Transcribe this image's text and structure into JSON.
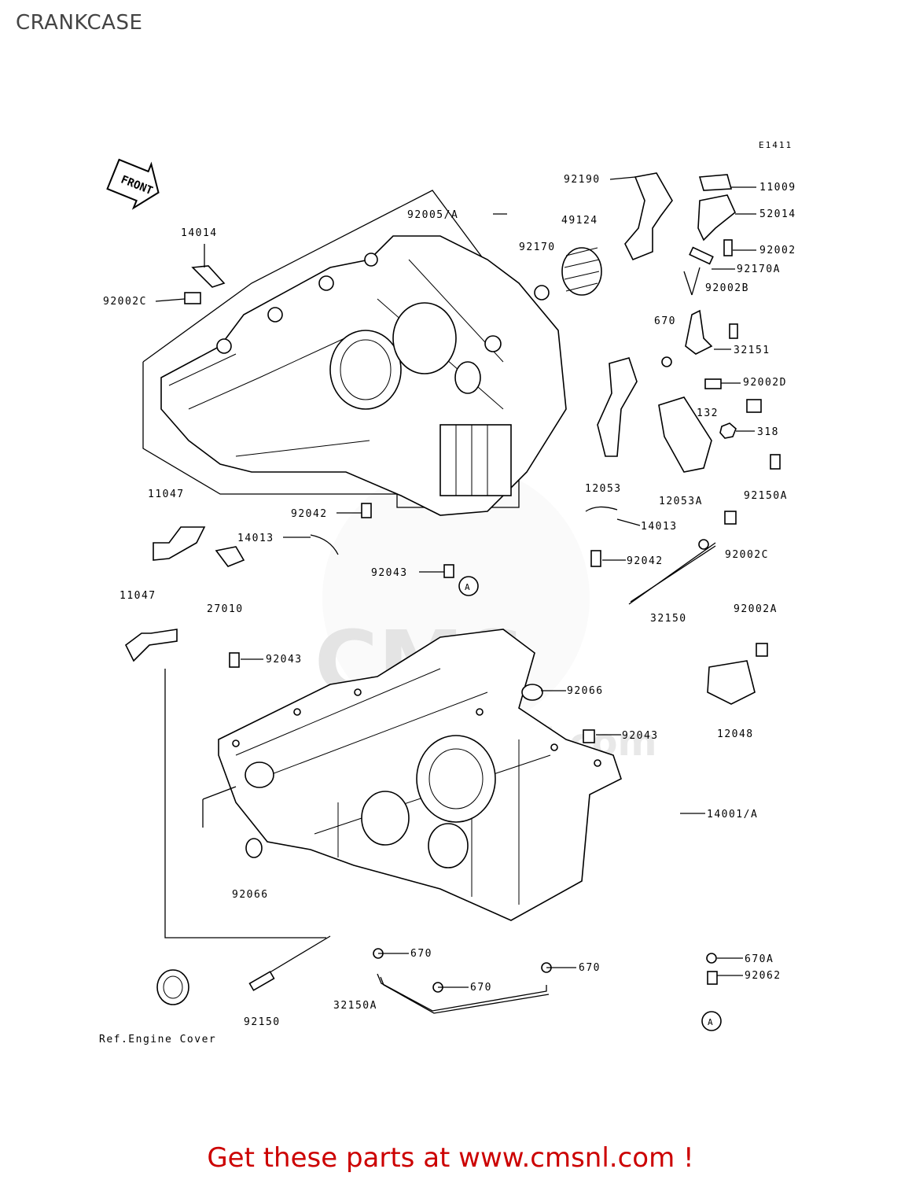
{
  "page": {
    "title": "CRANKCASE",
    "footer_link": "Get these parts at www.cmsnl.com !",
    "footer_color": "#cc0000"
  },
  "diagram": {
    "code": "E1411",
    "front_label": "FRONT",
    "ref_note": "Ref.Engine Cover",
    "marker_a": "A",
    "watermark": "CMS www.cmsnl.com",
    "part_labels": [
      "92190",
      "11009",
      "52014",
      "92002",
      "92170A",
      "92002B",
      "670",
      "32151",
      "92002D",
      "132",
      "318",
      "92150A",
      "12053",
      "12053A",
      "14014",
      "92005/A",
      "49124",
      "92170",
      "92002C",
      "11047",
      "92042",
      "14013",
      "14013",
      "92042",
      "92002C",
      "27010",
      "92043",
      "32150",
      "11047",
      "92043",
      "92002A",
      "92066",
      "12048",
      "92043",
      "14001/A",
      "92066",
      "670",
      "670",
      "670",
      "670A",
      "92062",
      "32150A",
      "92150"
    ]
  },
  "icons": [
    "front-arrow-icon",
    "marker-a-icon"
  ]
}
